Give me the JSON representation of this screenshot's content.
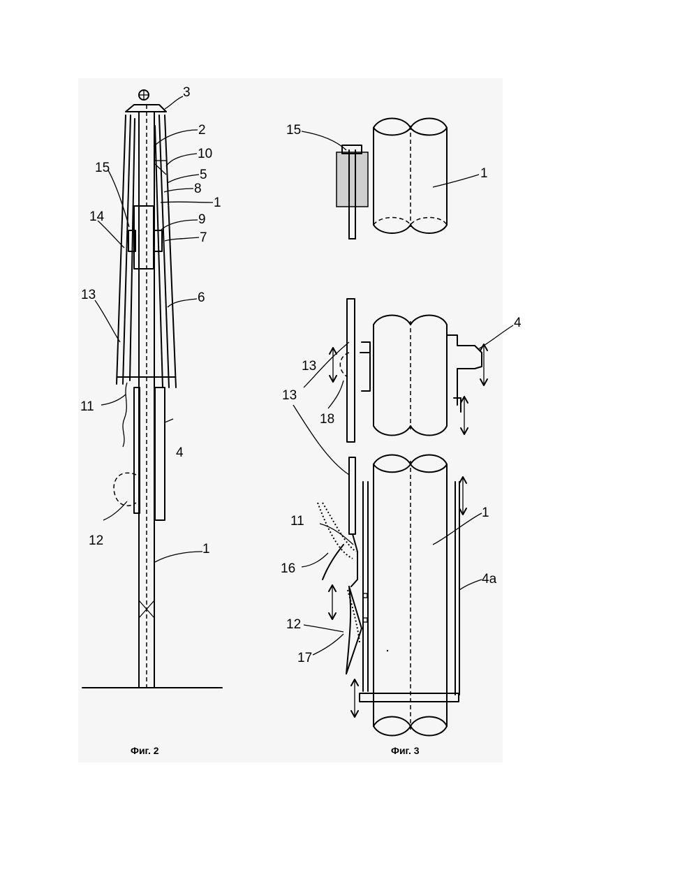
{
  "figures": [
    {
      "caption": "Фиг. 2",
      "labels": [
        "3",
        "2",
        "10",
        "5",
        "8",
        "1",
        "15",
        "14",
        "9",
        "7",
        "13",
        "6",
        "11",
        "4",
        "12",
        "1"
      ]
    },
    {
      "caption": "Фиг. 3",
      "labels": [
        "15",
        "1",
        "4",
        "13",
        "18",
        "13",
        "1",
        "11",
        "16",
        "4a",
        "12",
        "17"
      ]
    }
  ]
}
